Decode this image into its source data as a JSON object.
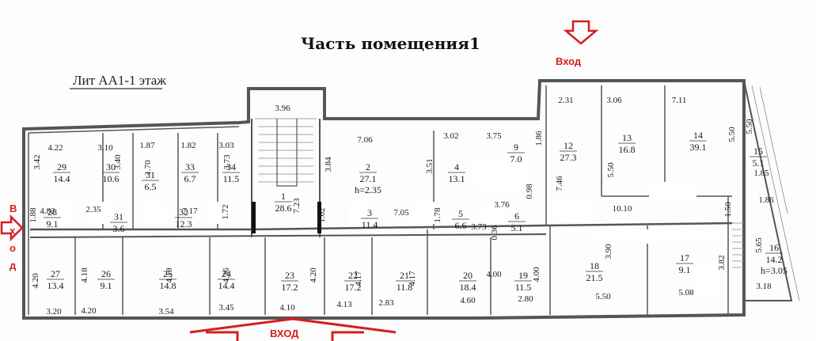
{
  "title": "Часть помещения1",
  "subtitle": "Лит АА1-1 этаж",
  "labels": {
    "top_entry": "Вход",
    "bottom_entry": "ВХОД",
    "left_entry_chars": [
      "В",
      "х",
      "о",
      "д"
    ]
  },
  "colors": {
    "accent": "#d61e1e",
    "wall": "#555555",
    "background": "#fdfdfd"
  },
  "rooms": [
    {
      "id": "29",
      "area": "14.4"
    },
    {
      "id": "30",
      "area": "10.6"
    },
    {
      "id": "31",
      "area": "6.5"
    },
    {
      "id": "33",
      "area": "6.7"
    },
    {
      "id": "34",
      "area": "11.5"
    },
    {
      "id": "1",
      "area": "28.6"
    },
    {
      "id": "2",
      "area": "27.1",
      "note": "h=2.35"
    },
    {
      "id": "4",
      "area": "13.1"
    },
    {
      "id": "9",
      "area": "7.0"
    },
    {
      "id": "12",
      "area": "27.3"
    },
    {
      "id": "13",
      "area": "16.8"
    },
    {
      "id": "14",
      "area": "39.1"
    },
    {
      "id": "15",
      "area": "5.1"
    },
    {
      "id": "28",
      "area": "9.1"
    },
    {
      "id": "31",
      "area": "3.6"
    },
    {
      "id": "32",
      "area": "12.3"
    },
    {
      "id": "3",
      "area": "11.4"
    },
    {
      "id": "5",
      "area": "6.6"
    },
    {
      "id": "6",
      "area": "5.1"
    },
    {
      "id": "27",
      "area": "13.4"
    },
    {
      "id": "26",
      "area": "9.1"
    },
    {
      "id": "25",
      "area": "14.8"
    },
    {
      "id": "24",
      "area": "14.4"
    },
    {
      "id": "23",
      "area": "17.2"
    },
    {
      "id": "22",
      "area": "17.2"
    },
    {
      "id": "21",
      "area": "11.8"
    },
    {
      "id": "20",
      "area": "18.4"
    },
    {
      "id": "19",
      "area": "11.5"
    },
    {
      "id": "18",
      "area": "21.5"
    },
    {
      "id": "17",
      "area": "9.1"
    },
    {
      "id": "16",
      "area": "14.2",
      "note": "h=3.05"
    }
  ],
  "dimensions": [
    "3.96",
    "2.31",
    "3.06",
    "7.11",
    "5.50",
    "5.50",
    "4.22",
    "3.10",
    "1.87",
    "1.82",
    "3.03",
    "7.06",
    "3.02",
    "3.75",
    "1.86",
    "3.42",
    "3.40",
    "1.70",
    "3.73",
    "3.84",
    "3.51",
    "7.46",
    "5.50",
    "1.88",
    "4.82",
    "2.35",
    "7.17",
    "1.72",
    "7.23",
    "1.62",
    "7.05",
    "1.78",
    "3.73",
    "3.76",
    "0.98",
    "10.10",
    "1.85",
    "1.86",
    "1.50",
    "4.20",
    "4.18",
    "4.19",
    "4.36",
    "4.20",
    "4.17",
    "4.17",
    "4.00",
    "4.00",
    "3.90",
    "3.82",
    "5.65",
    "0.36",
    "3.18",
    "3.20",
    "4.20",
    "3.54",
    "3.45",
    "4.10",
    "4.13",
    "2.83",
    "4.60",
    "2.80",
    "5.50",
    "5.08"
  ]
}
